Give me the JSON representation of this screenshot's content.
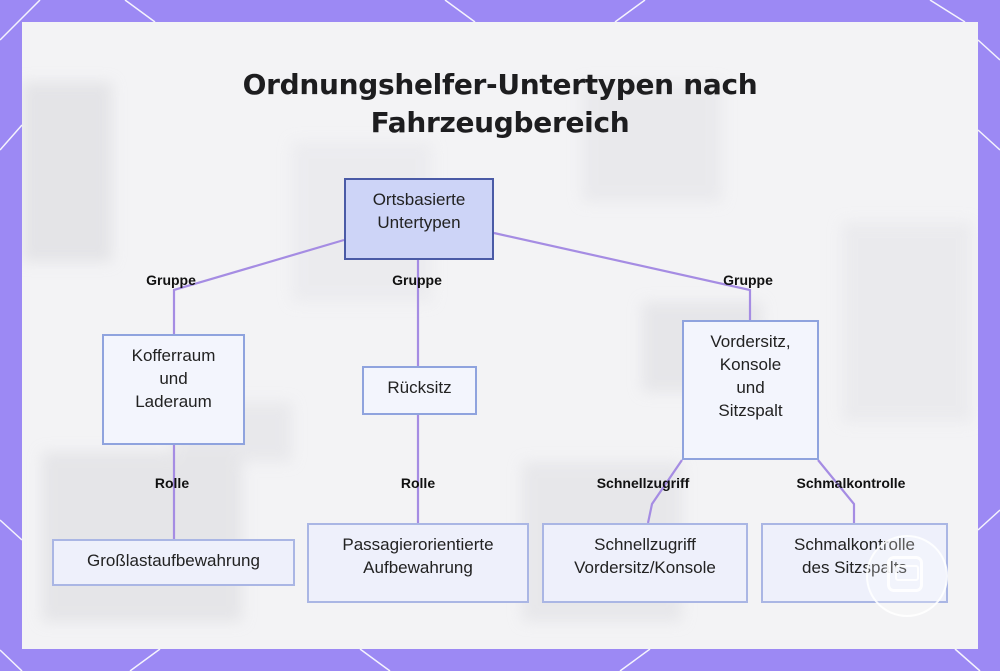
{
  "title_lines": [
    "Ordnungshelfer-Untertypen nach",
    "Fahrzeugbereich"
  ],
  "nodes": {
    "root": "Ortsbasierte\nUntertypen",
    "trunk": "Kofferraum\nund\nLaderaum",
    "rear": "Rücksitz",
    "front": "Vordersitz,\nKonsole\nund\nSitzspalt",
    "bulk": "Großlastaufbewahrung",
    "passenger": "Passagierorientierte\nAufbewahrung",
    "quick": "Schnellzugriff\nVordersitz/Konsole",
    "gap": "Schmalkontrolle\ndes Sitzspalts"
  },
  "edge_labels": {
    "group_left": "Gruppe",
    "group_mid": "Gruppe",
    "group_right": "Gruppe",
    "role_left": "Rolle",
    "role_mid": "Rolle",
    "quick_access": "Schnellzugriff",
    "narrow_control": "Schmalkontrolle"
  },
  "colors": {
    "frame": "#9c89f4",
    "edge": "#a58ce3",
    "node_border": "#8fa3de",
    "root_fill": "#cdd4f7",
    "root_border": "#4a5aa6"
  },
  "icons": [
    "logo-badge-icon"
  ]
}
